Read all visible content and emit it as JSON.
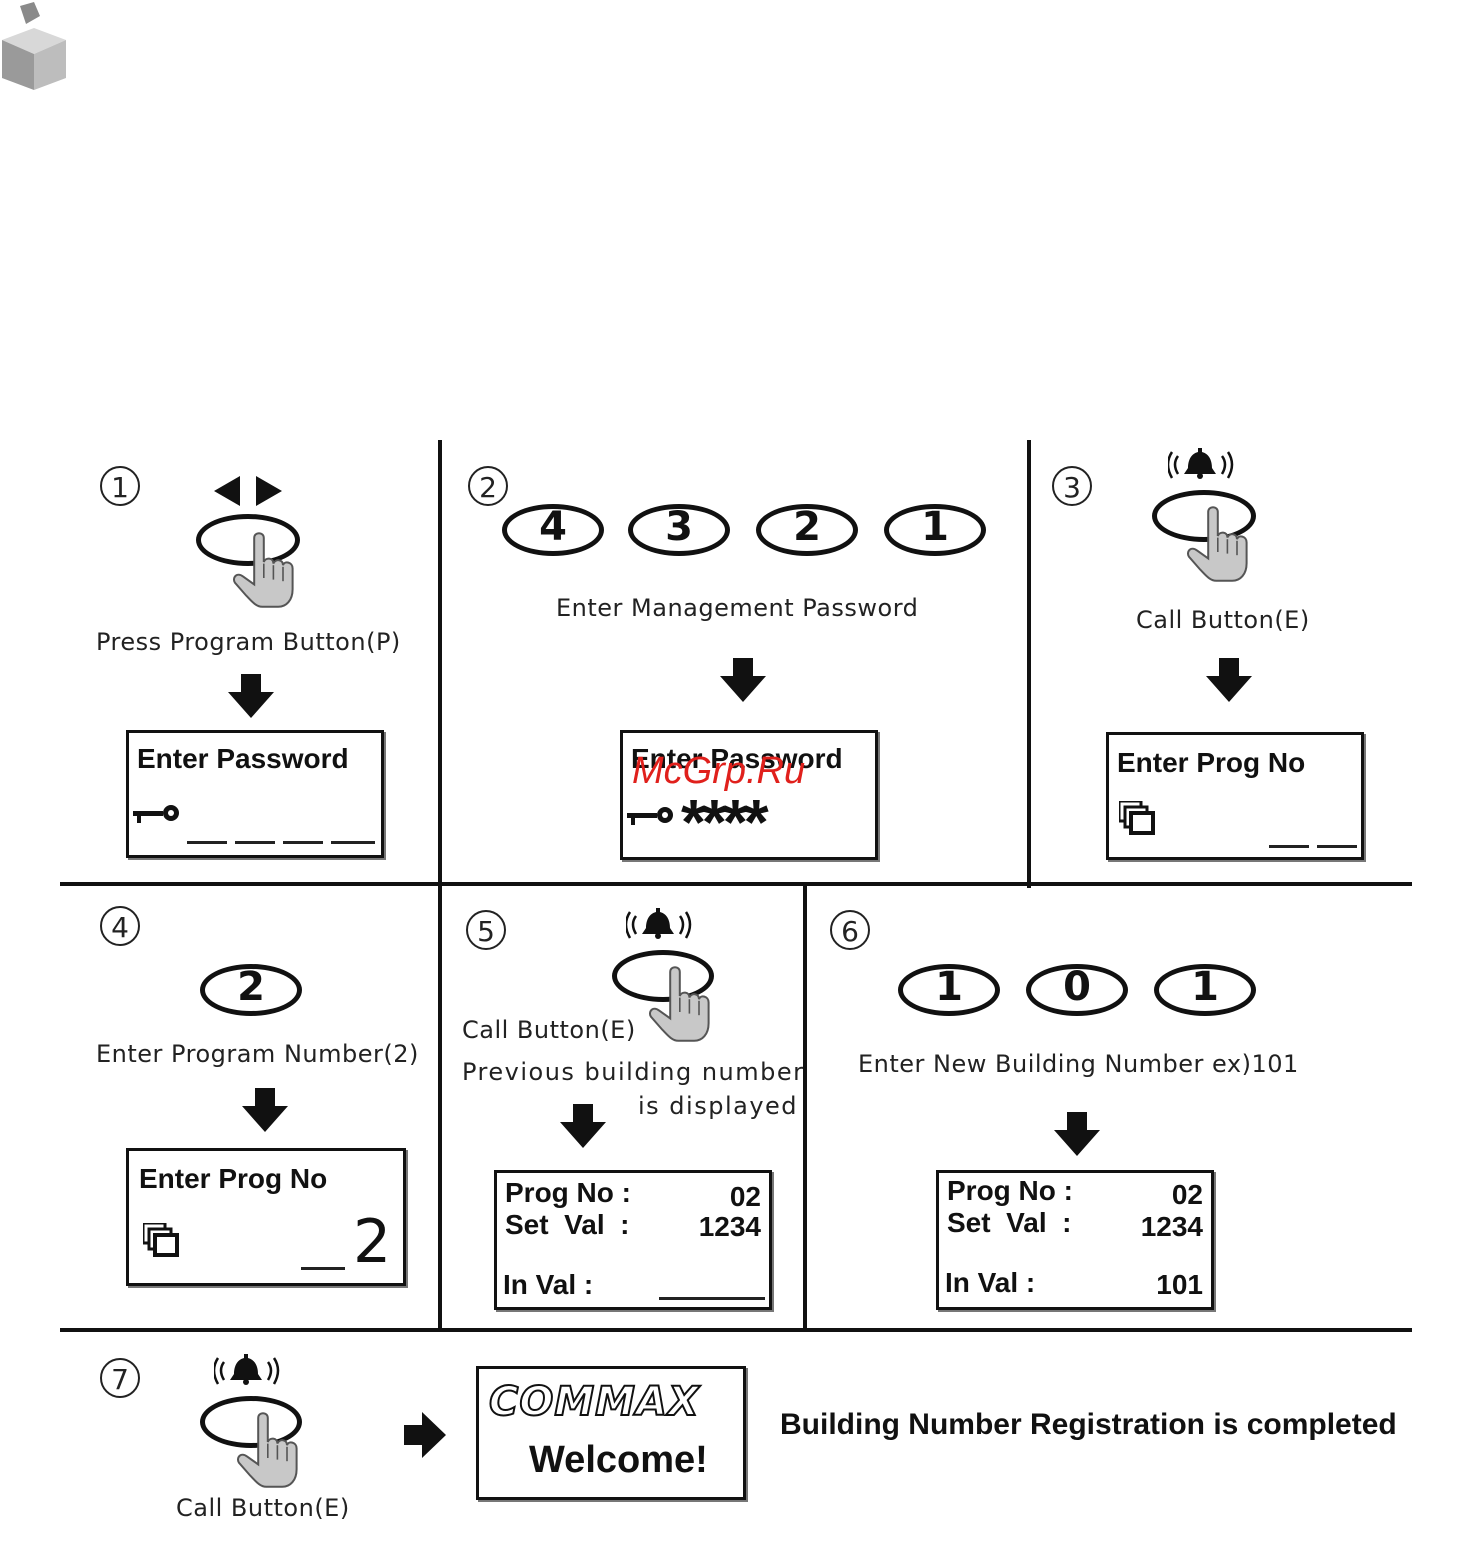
{
  "steps": [
    {
      "num": "1",
      "caption": "Press Program Button(P)",
      "lcd_line1": "Enter Password"
    },
    {
      "num": "2",
      "keys": [
        "4",
        "3",
        "2",
        "1"
      ],
      "caption": "Enter Management Password",
      "lcd_line1": "Enter Password",
      "lcd_mask": "****"
    },
    {
      "num": "3",
      "caption": "Call Button(E)",
      "lcd_line1": "Enter Prog No"
    },
    {
      "num": "4",
      "keys": [
        "2"
      ],
      "caption": "Enter Program Number(2)",
      "lcd_line1": "Enter Prog No",
      "lcd_value": "2"
    },
    {
      "num": "5",
      "caption": "Call Button(E)",
      "caption2": "Previous building number",
      "caption3": "is displayed",
      "lcd_prog_label": "Prog No :",
      "lcd_prog_value": "02",
      "lcd_set_label": "Set  Val  :",
      "lcd_set_value": "1234",
      "lcd_in_label": "In Val :"
    },
    {
      "num": "6",
      "keys": [
        "1",
        "0",
        "1"
      ],
      "caption": "Enter New Building Number ex)101",
      "lcd_prog_label": "Prog No :",
      "lcd_prog_value": "02",
      "lcd_set_label": "Set  Val  :",
      "lcd_set_value": "1234",
      "lcd_in_label": "In Val :",
      "lcd_in_value": "101"
    },
    {
      "num": "7",
      "caption": "Call Button(E)",
      "logo": "COMMAX",
      "welcome": "Welcome!",
      "result": "Building Number Registration is completed"
    }
  ],
  "watermark": "McGrp.Ru",
  "icons": {
    "program": "program-button-icon",
    "call": "call-button-icon",
    "key": "key-icon",
    "copy": "prog-no-icon"
  }
}
